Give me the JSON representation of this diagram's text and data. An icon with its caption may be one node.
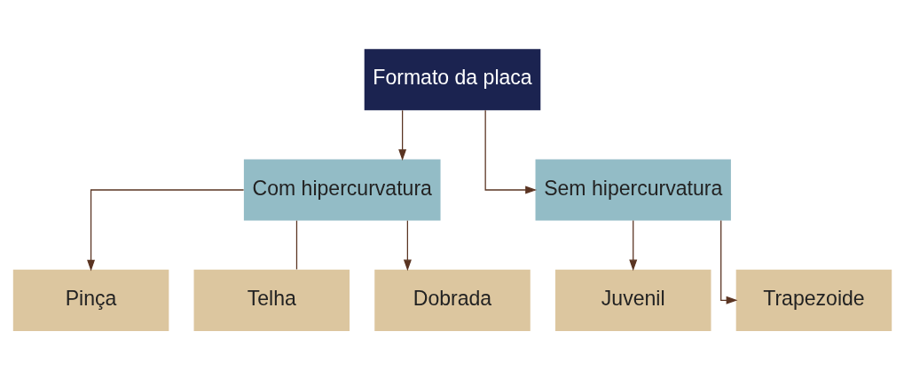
{
  "diagram": {
    "nodes": [
      {
        "text": [
          "Formato da placa"
        ]
      },
      {
        "text": [
          "Com hipercurvatura"
        ]
      },
      {
        "text": [
          "Sem hipercurvatura"
        ]
      },
      {
        "text": [
          "Pinça"
        ]
      },
      {
        "text": [
          "Telha"
        ]
      },
      {
        "text": [
          "Dobrada"
        ]
      },
      {
        "text": [
          "Juvenil"
        ]
      },
      {
        "text": [
          "Trapezoide"
        ]
      }
    ],
    "edges": [
      {
        "from": 0,
        "to": 1,
        "arrow": "to"
      },
      {
        "from": 0,
        "to": 2,
        "arrow": "to"
      },
      {
        "from": 1,
        "to": 3,
        "arrow": "to"
      },
      {
        "from": 1,
        "to": 4,
        "arrow": "none"
      },
      {
        "from": 1,
        "to": 5,
        "arrow": "to"
      },
      {
        "from": 2,
        "to": 6,
        "arrow": "to"
      },
      {
        "from": 2,
        "to": 7,
        "arrow": "to"
      }
    ]
  }
}
